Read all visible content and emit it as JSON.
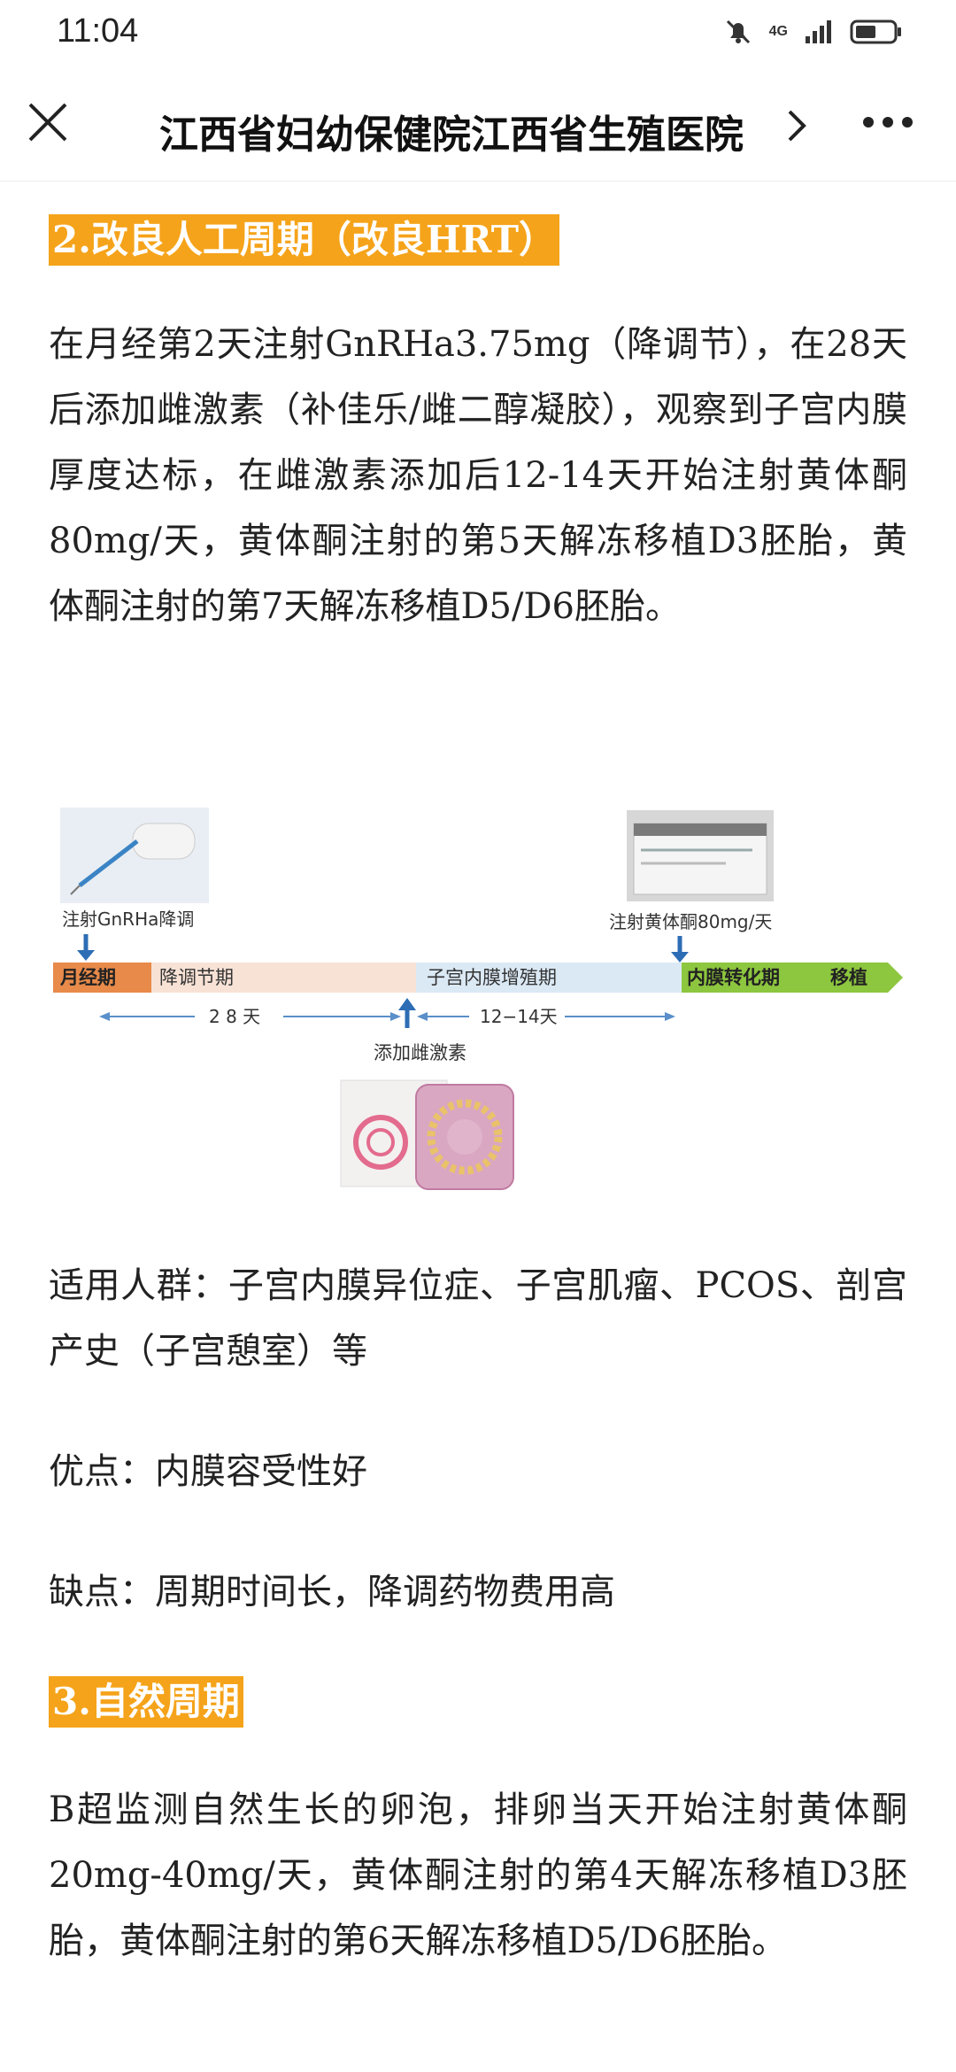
{
  "status_bar": {
    "time": "11:04",
    "network": "4G",
    "icons": [
      "bell-mute-icon",
      "signal-icon",
      "battery-icon"
    ]
  },
  "nav": {
    "title": "江西省妇幼保健院江西省生殖医院",
    "close_icon": "close-icon",
    "chevron_icon": "chevron-right-icon",
    "more_icon": "more-icon"
  },
  "section2": {
    "heading": "2.改良人工周期（改良HRT）",
    "body": "在月经第2天注射GnRHa3.75mg（降调节），在28天后添加雌激素（补佳乐/雌二醇凝胶），观察到子宫内膜厚度达标，在雌激素添加后12-14天开始注射黄体酮80mg/天，黄体酮注射的第5天解冻移植D3胚胎，黄体酮注射的第7天解冻移植D5/D6胚胎。"
  },
  "diagram": {
    "label_gnrha": "注射GnRHa降调",
    "label_progesterone": "注射黄体酮80mg/天",
    "phase_menses": "月经期",
    "phase_downreg": "降调节期",
    "phase_prolif": "子宫内膜增殖期",
    "phase_transform": "内膜转化期",
    "phase_transfer": "移植",
    "span_28": "2 8 天",
    "span_12_14": "12−14天",
    "label_estrogen": "添加雌激素",
    "colors": {
      "menses": "#e88a4a",
      "downreg": "#f8e2d6",
      "prolif": "#dbe9f5",
      "transform": "#8dc63f",
      "arrow": "#2d6db5"
    }
  },
  "notes": {
    "population": "适用人群：子宫内膜异位症、子宫肌瘤、PCOS、剖宫产史（子宫憩室）等",
    "pros": "优点：内膜容受性好",
    "cons": "缺点：周期时间长，降调药物费用高"
  },
  "section3": {
    "heading": "3.自然周期",
    "body": "B超监测自然生长的卵泡，排卵当天开始注射黄体酮20mg-40mg/天，黄体酮注射的第4天解冻移植D3胚胎，黄体酮注射的第6天解冻移植D5/D6胚胎。"
  }
}
